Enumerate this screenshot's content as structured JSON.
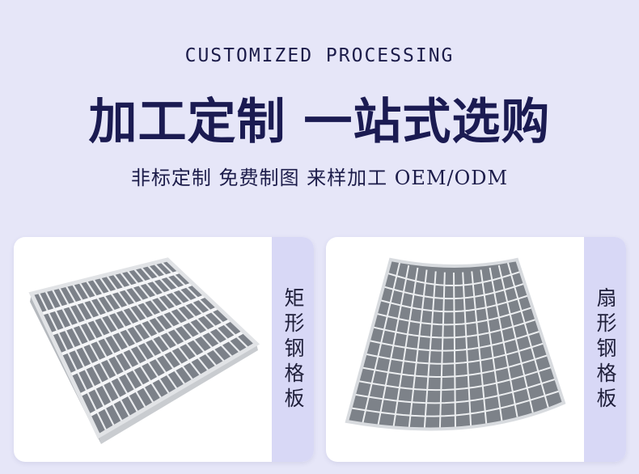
{
  "header": {
    "subtitle_en": "CUSTOMIZED PROCESSING",
    "title": "加工定制 一站式选购",
    "tagline": "非标定制 免费制图 来样加工 OEM/ODM"
  },
  "cards": [
    {
      "label": "矩形钢格板",
      "image_icon": "rectangular-grating-icon"
    },
    {
      "label": "扇形钢格板",
      "image_icon": "fan-shaped-grating-icon"
    }
  ],
  "colors": {
    "background": "#e6e6f8",
    "title": "#1b1b52",
    "strip": "#d8d8f6"
  }
}
